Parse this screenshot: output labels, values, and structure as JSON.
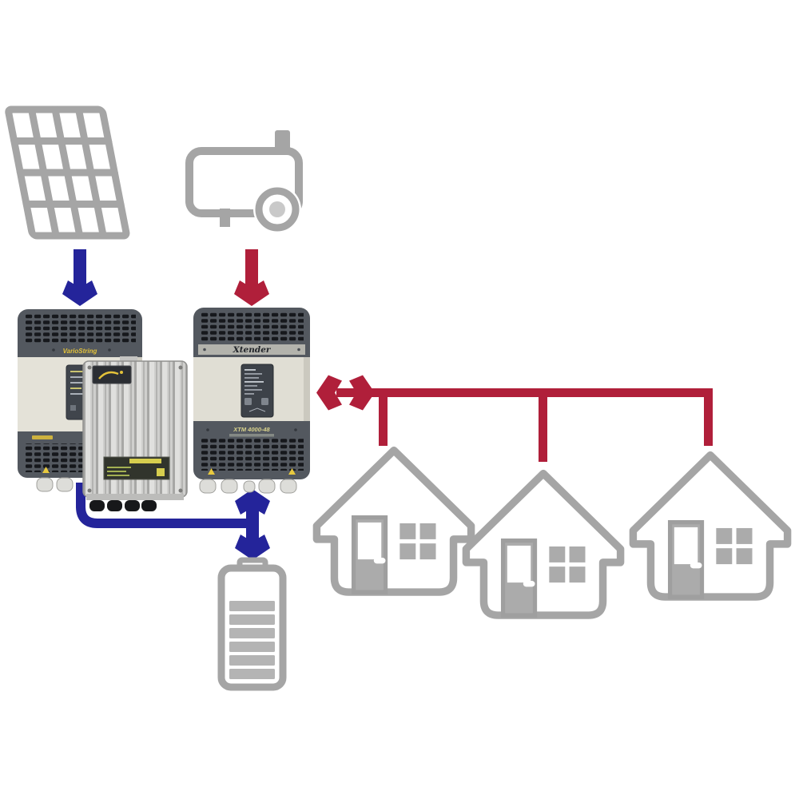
{
  "diagram": {
    "background": "#ffffff"
  },
  "colors": {
    "dc_blue": "#24249a",
    "ac_red": "#b01f3a",
    "icon_gray": "#a5a5a5",
    "device_cap": "#53585f",
    "device_body": "#e2e0d6",
    "label_yellow": "#e3c23a"
  },
  "devices": {
    "variostring": {
      "label": "VarioString"
    },
    "xtender": {
      "brand_label": "Xtender",
      "model_label": "XTM 4000-48"
    }
  },
  "icons": {
    "solar_panel": "solar-panel-icon",
    "generator": "generator-icon",
    "charge_controller": "charge-controller-icon",
    "house": "house-icon",
    "battery": "battery-icon"
  },
  "counts": {
    "houses": 3,
    "battery_bars": 6,
    "solar_cell_rows": 4,
    "solar_cell_cols": 4
  },
  "connections": [
    {
      "from": "solar-panel",
      "to": "variostring",
      "color": "#24249a",
      "direction": "down"
    },
    {
      "from": "generator",
      "to": "xtender",
      "color": "#b01f3a",
      "direction": "down"
    },
    {
      "from": "xtender",
      "to": "ac-bus",
      "color": "#b01f3a",
      "direction": "both"
    },
    {
      "from": "ac-bus",
      "to": "house-1",
      "color": "#b01f3a",
      "direction": "down"
    },
    {
      "from": "ac-bus",
      "to": "house-2",
      "color": "#b01f3a",
      "direction": "down"
    },
    {
      "from": "ac-bus",
      "to": "house-3",
      "color": "#b01f3a",
      "direction": "down"
    },
    {
      "from": "variostring",
      "to": "battery-link",
      "color": "#24249a",
      "direction": "line"
    },
    {
      "from": "xtender",
      "to": "battery",
      "color": "#24249a",
      "direction": "both"
    }
  ]
}
